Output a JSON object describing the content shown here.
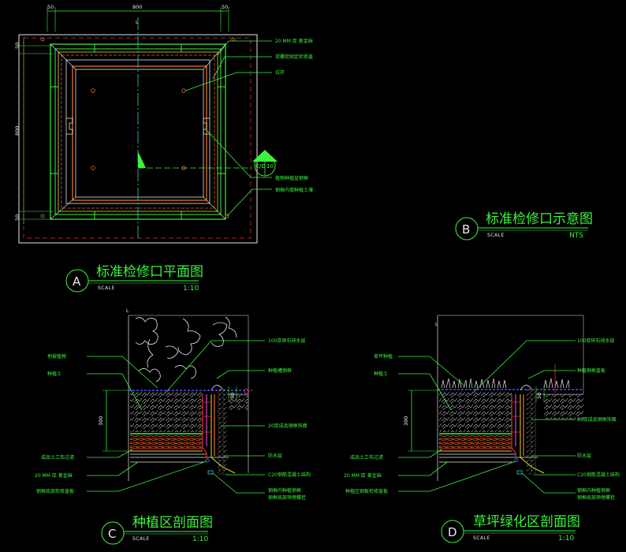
{
  "dimensions": {
    "top_left": "50",
    "top_mid": "800",
    "top_right": "50",
    "side_top": "50",
    "side_mid": "800",
    "side_bot": "50",
    "section_depth_c": "300",
    "section_depth_d": "300",
    "small_c": "50",
    "small_d": "50"
  },
  "plan": {
    "label_1": "20 MM 厚  黄金麻",
    "label_2": "双螺栓固定检修盖",
    "label_3": "拉环",
    "label_4": "植物种植盆钢框",
    "label_5": "钢框内填种植土壤",
    "section_bubble_left": "C/D",
    "section_bubble_right": "10"
  },
  "titles": {
    "A": {
      "letter": "A",
      "name": "标准检修口平面图",
      "scale_word": "SCALE",
      "ratio": "1:10"
    },
    "B": {
      "letter": "B",
      "name": "标准检修口示意图",
      "scale_word": "SCALE",
      "ratio": "NTS"
    },
    "C": {
      "letter": "C",
      "name": "种植区剖面图",
      "scale_word": "SCALE",
      "ratio": "1:10"
    },
    "D": {
      "letter": "D",
      "name": "草坪绿化区剖面图",
      "scale_word": "SCALE",
      "ratio": "1:10"
    }
  },
  "section_c": {
    "left_labels": [
      "地被植物",
      "种植土",
      "成品土工布过滤",
      "20 MM 厚  黄金麻",
      "钢框底部检修盖板"
    ],
    "right_labels": [
      "100厚卵石排水层",
      "种植槽钢框",
      "20厚成品钢框饰面",
      "防水层",
      "C20钢筋混凝土结构",
      "钢框内种植钢框",
      "钢框底部预埋螺栓"
    ]
  },
  "section_d": {
    "left_labels": [
      "草坪种植",
      "种植土",
      "成品土工布过滤",
      "20 MM 厚  黄金麻",
      "种植区钢板检修盖板"
    ],
    "right_labels": [
      "100厚碎石排水层",
      "种植钢框盖板",
      "20厚成品钢框饰面",
      "防水层",
      "C20钢筋混凝土结构",
      "钢框内种植钢框",
      "钢框底部预埋螺栓"
    ]
  }
}
